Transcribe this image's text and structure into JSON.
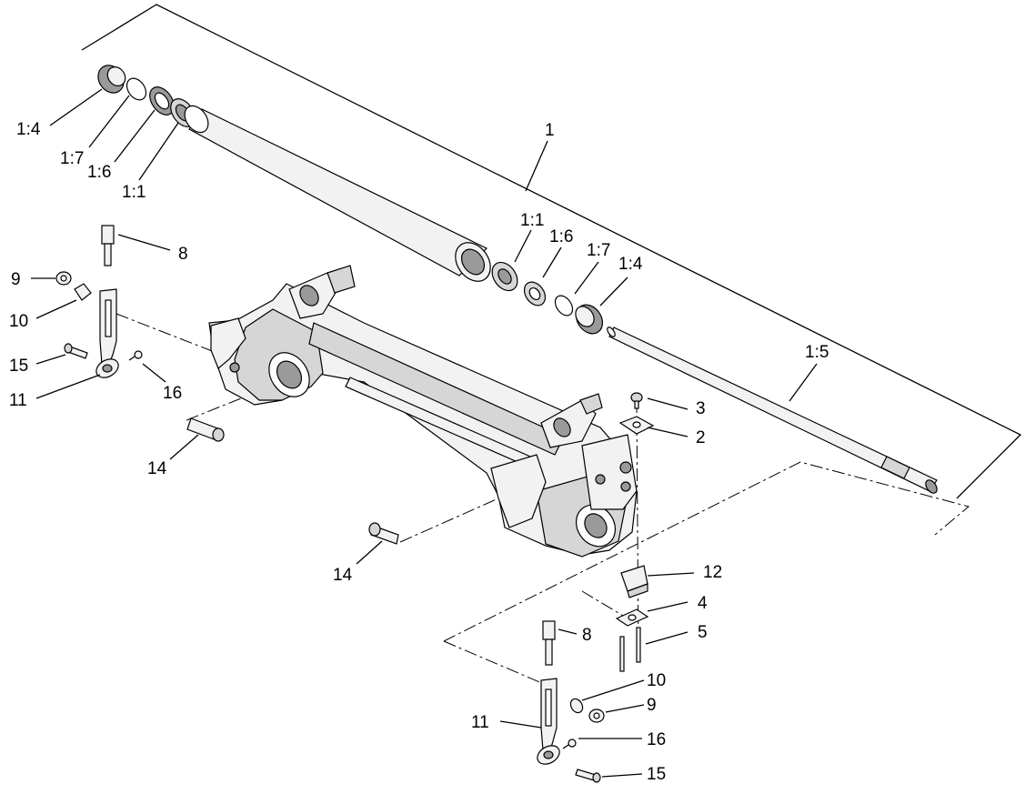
{
  "diagram": {
    "labels": {
      "roller_assembly": "1",
      "left_end_cap": "1:4",
      "left_washer": "1:7",
      "left_seal": "1:6",
      "left_bearing": "1:1",
      "right_bearing": "1:1",
      "right_seal": "1:6",
      "right_washer": "1:7",
      "right_end_cap": "1:4",
      "roller_shaft": "1:5",
      "top_left_adjuster_bolt": "8",
      "top_left_nut": "9",
      "top_left_washer": "10",
      "top_left_pivot_bolt": "15",
      "top_left_link": "11",
      "top_left_screw": "16",
      "upper_pin": "14",
      "lower_pin": "14",
      "clamp_bolt": "3",
      "clamp_plate": "2",
      "clamp_block": "12",
      "lower_clamp_plate": "4",
      "long_bolts": "5",
      "bottom_adjuster_bolt": "8",
      "bottom_washer": "10",
      "bottom_nut": "9",
      "bottom_link": "11",
      "bottom_screw": "16",
      "bottom_pivot_bolt": "15"
    }
  }
}
